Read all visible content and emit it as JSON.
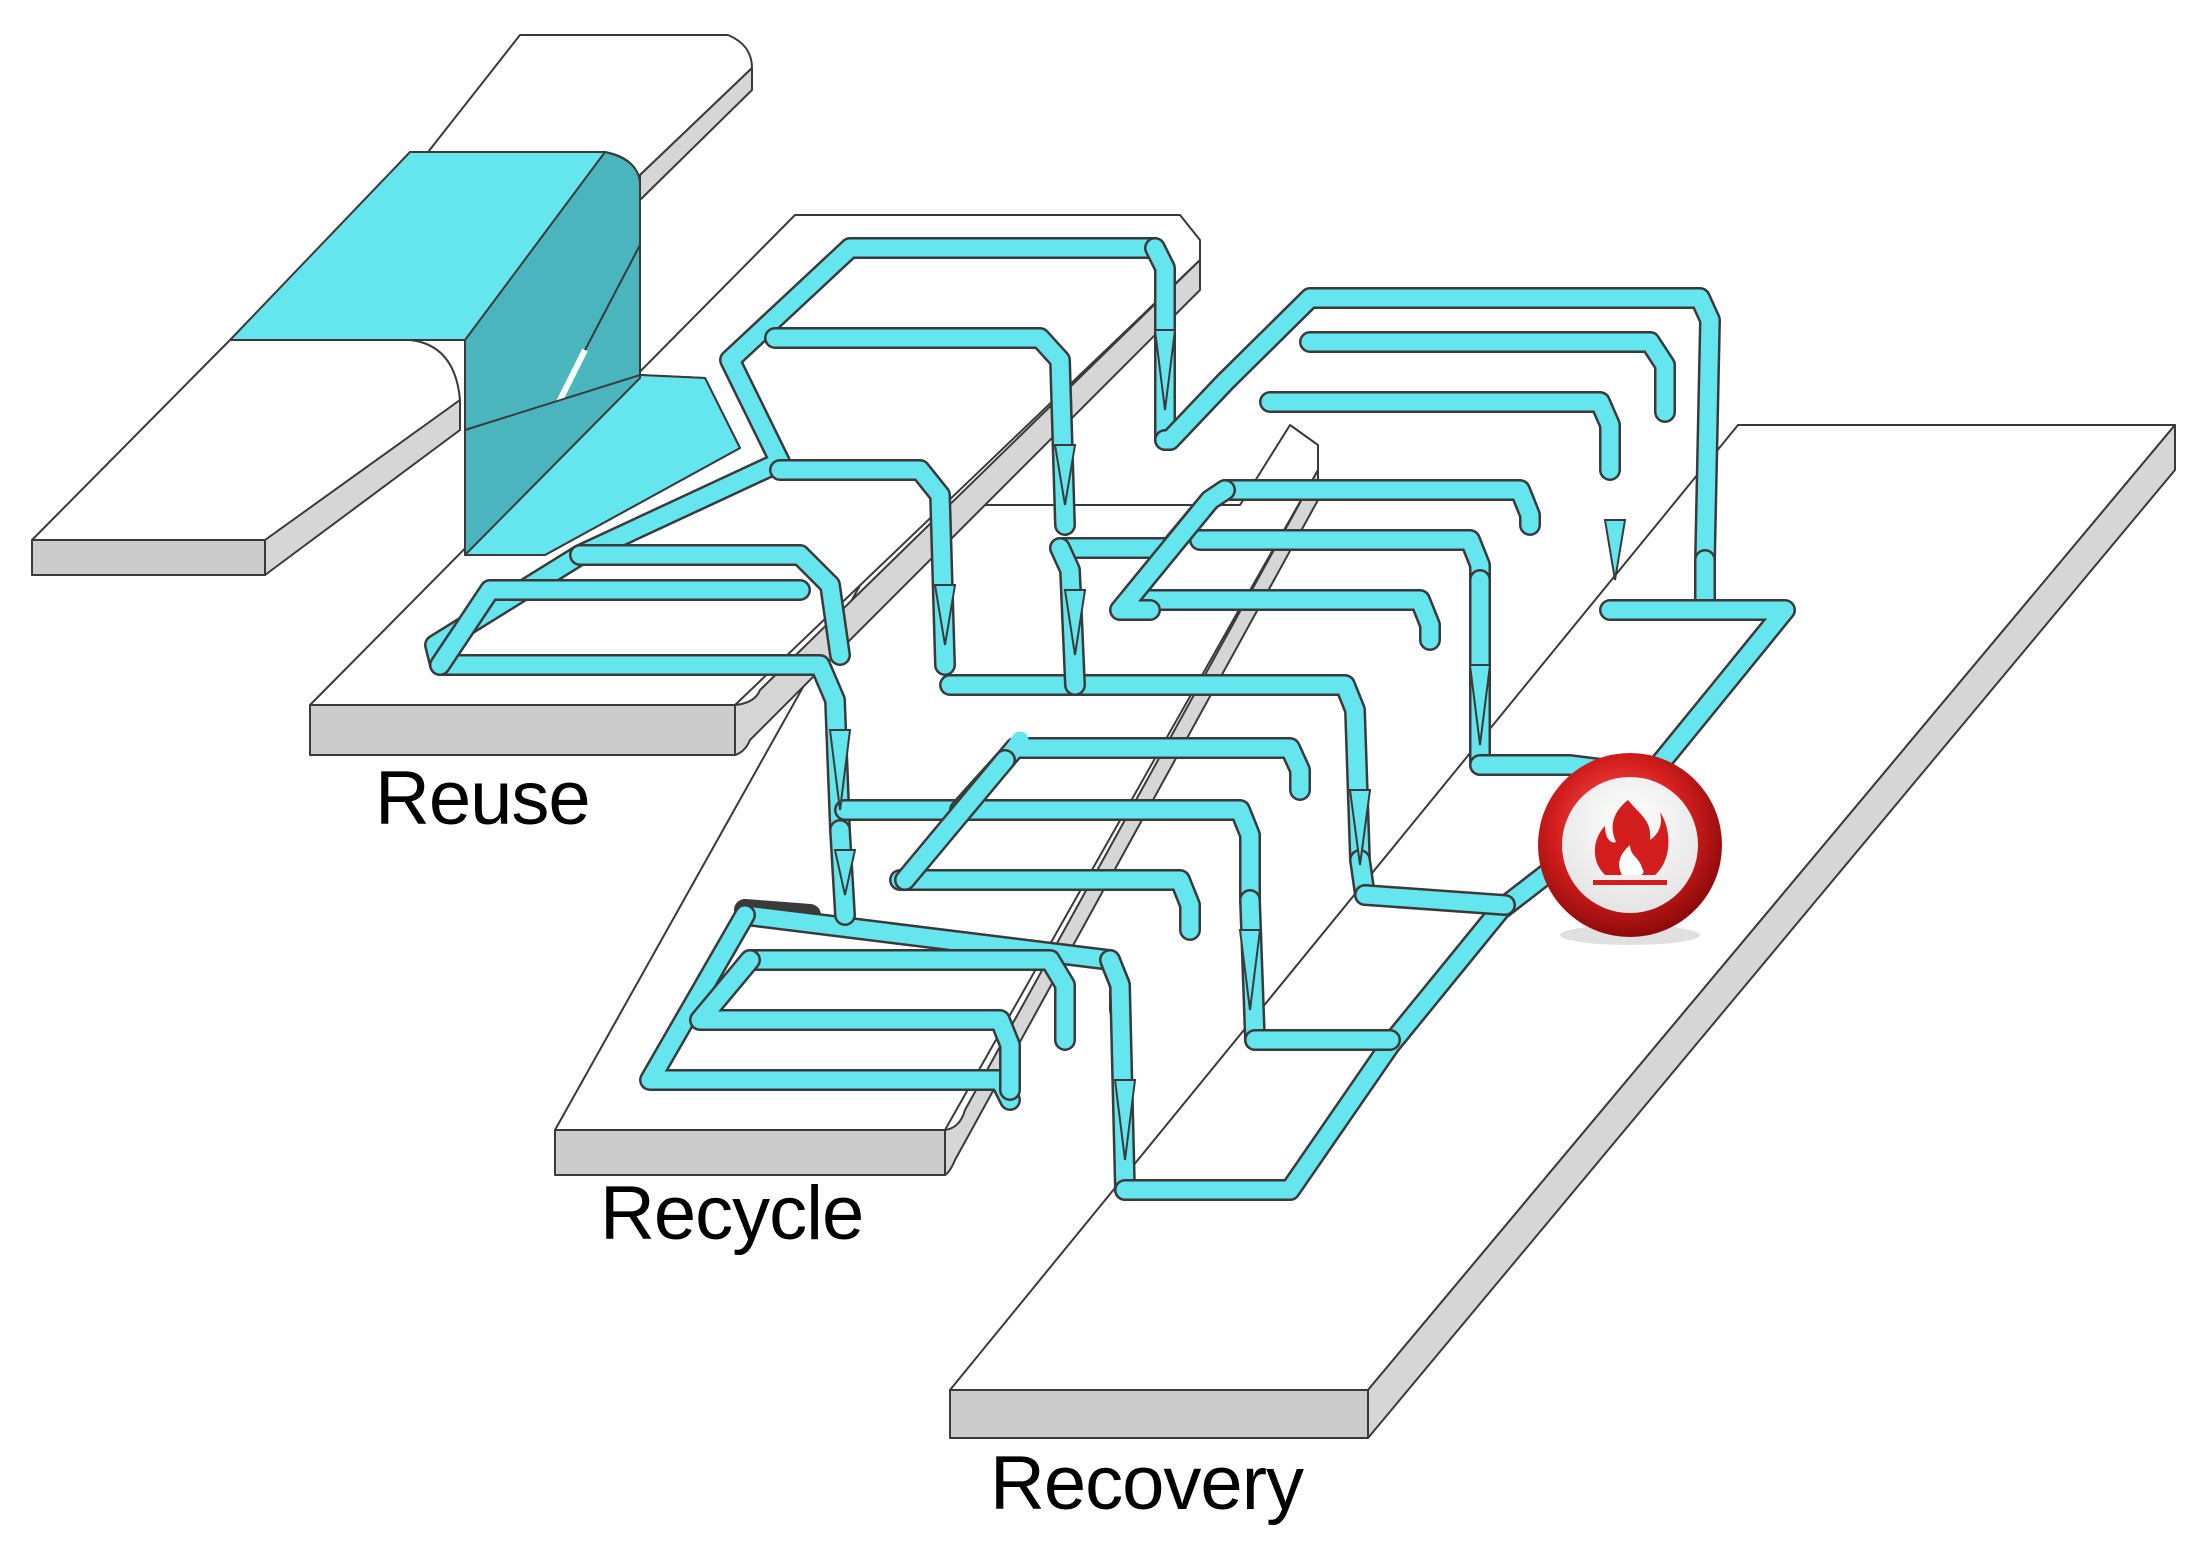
{
  "labels": {
    "reuse": "Reuse",
    "recycle": "Recycle",
    "recovery": "Recovery"
  },
  "colors": {
    "flow": "#65E6EE",
    "flow_dark": "#4BB5BD",
    "slab_top": "#FFFFFF",
    "slab_side": "#CCCCCC",
    "outline": "#3A3A3A",
    "warning_ring": "#D41E1E"
  },
  "icons": [
    "flammable-warning-icon"
  ]
}
